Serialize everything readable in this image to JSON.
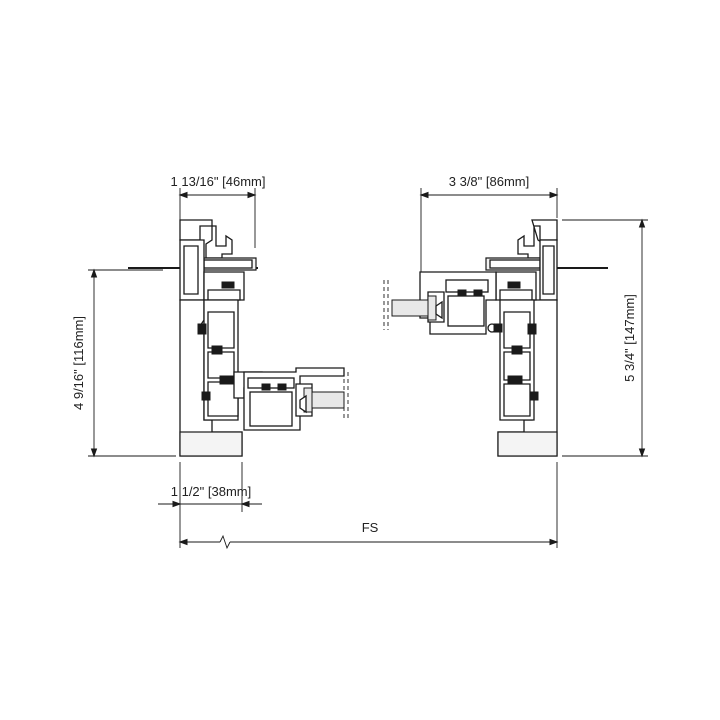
{
  "dimensions": {
    "left_frame_width": "1 13/16\" [46mm]",
    "right_frame_width": "3 3/8\" [86mm]",
    "left_height": "4 9/16\" [116mm]",
    "right_height": "5 3/4\" [147mm]",
    "sill_width": "1 1/2\" [38mm]",
    "overall": "FS"
  }
}
